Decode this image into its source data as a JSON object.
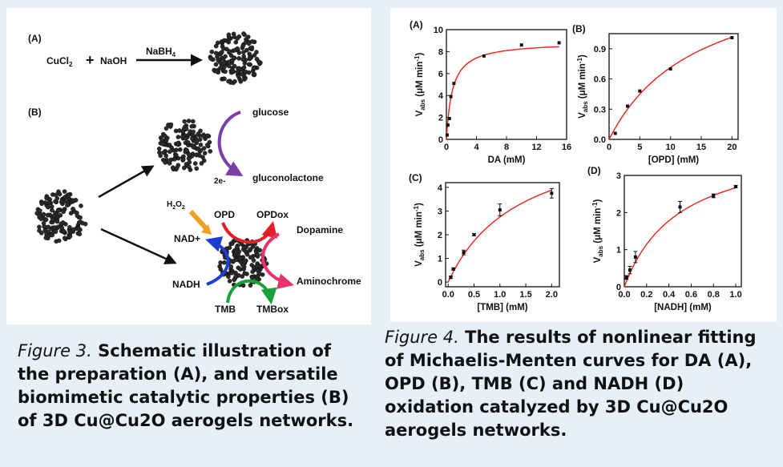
{
  "scheme": {
    "label_a": "(A)",
    "label_b": "(B)",
    "reagent_cu": "CuCl",
    "reagent_cu_sub": "2",
    "plus": "+",
    "reagent_naoh": "NaOH",
    "reductant": "NaBH",
    "reductant_sub": "4",
    "glucose": "glucose",
    "gluconolactone": "gluconolactone",
    "electrons": "2e-",
    "h2o2": "H",
    "h2o2_sub1": "2",
    "h2o2_mid": "O",
    "h2o2_sub2": "2",
    "opd": "OPD",
    "opdox": "OPDox",
    "dopamine": "Dopamine",
    "aminochrome": "Aminochrome",
    "nad_plus": "NAD+",
    "nadh": "NADH",
    "tmb": "TMB",
    "tmbox": "TMBox"
  },
  "captions": {
    "fig3_label": "Figure 3.",
    "fig3_text": "Schematic illustration of the preparation (A), and versatile biomimetic catalytic properties (B) of 3D Cu@Cu2O aerogels networks.",
    "fig4_label": "Figure 4.",
    "fig4_text": "The results of nonlinear fitting of Michaelis-Menten curves for DA (A), OPD (B), TMB (C) and NADH (D) oxidation catalyzed by 3D Cu@Cu2O aerogels networks."
  },
  "colors": {
    "fit_line": "#e8221b",
    "purple": "#7b3fa6",
    "red": "#e61e25",
    "magenta": "#e5336b",
    "blue": "#1d3fd1",
    "green": "#18a23a",
    "orange": "#f0a020",
    "background": "#e7f0f9"
  },
  "chart_data": [
    {
      "panel": "(A)",
      "type": "scatter",
      "xlabel": "DA (mM)",
      "ylabel": "V",
      "ylabel_sub": "abs",
      "ylabel_unit": "(μM min",
      "ylabel_sup": "-1",
      "ylabel_end": ")",
      "xlim": [
        0,
        16
      ],
      "ylim": [
        0,
        10
      ],
      "xticks": [
        "0",
        "4",
        "8",
        "12",
        "16"
      ],
      "yticks": [
        "0",
        "2",
        "4",
        "6",
        "8",
        "10"
      ],
      "x": [
        0.1,
        0.2,
        0.4,
        0.6,
        1,
        5,
        10,
        15
      ],
      "y": [
        0.4,
        1.3,
        1.9,
        3.9,
        5.1,
        7.6,
        8.6,
        8.8
      ],
      "fit": {
        "vmax": 8.9,
        "km": 0.8
      }
    },
    {
      "panel": "(B)",
      "type": "scatter",
      "xlabel": "[OPD] (mM)",
      "ylabel": "V",
      "ylabel_sub": "abs",
      "ylabel_unit": "(μM min",
      "ylabel_sup": "-1",
      "ylabel_end": ")",
      "xlim": [
        0,
        21
      ],
      "ylim": [
        0,
        1.05
      ],
      "xticks": [
        "0",
        "5",
        "10",
        "15",
        "20"
      ],
      "yticks": [
        "0.0",
        "0.3",
        "0.6",
        "0.9"
      ],
      "x": [
        1,
        3,
        5,
        10,
        20
      ],
      "y": [
        0.06,
        0.33,
        0.48,
        0.7,
        1.01
      ],
      "fit": {
        "vmax": 1.75,
        "km": 14.5
      }
    },
    {
      "panel": "(C)",
      "type": "scatter",
      "xlabel": "[TMB] (mM)",
      "ylabel": "V",
      "ylabel_sub": "abs",
      "ylabel_unit": "(μM min",
      "ylabel_sup": "-1",
      "ylabel_end": ")",
      "xlim": [
        -0.05,
        2.15
      ],
      "ylim": [
        -0.2,
        4.2
      ],
      "xticks": [
        "0.0",
        "0.5",
        "1.0",
        "1.5",
        "2.0"
      ],
      "yticks": [
        "0",
        "1",
        "2",
        "3",
        "4"
      ],
      "x": [
        0.05,
        0.1,
        0.3,
        0.5,
        1.0,
        2.0
      ],
      "y": [
        0.2,
        0.55,
        1.25,
        2.0,
        3.05,
        3.75
      ],
      "err": [
        0.05,
        0.05,
        0.1,
        0.05,
        0.25,
        0.2
      ],
      "fit": {
        "vmax": 6.6,
        "km": 1.4
      }
    },
    {
      "panel": "(D)",
      "type": "scatter",
      "xlabel": "[NADH] (mM)",
      "ylabel": "V",
      "ylabel_sub": "abs",
      "ylabel_unit": "(μM min",
      "ylabel_sup": "-1",
      "ylabel_end": ")",
      "xlim": [
        0,
        1.05
      ],
      "ylim": [
        0,
        3
      ],
      "xticks": [
        "0.0",
        "0.2",
        "0.4",
        "0.6",
        "0.8",
        "1.0"
      ],
      "yticks": [
        "0",
        "1",
        "2",
        "3"
      ],
      "x": [
        0.02,
        0.05,
        0.1,
        0.5,
        0.8,
        1.0
      ],
      "y": [
        0.25,
        0.45,
        0.8,
        2.15,
        2.45,
        2.7
      ],
      "err": [
        0.05,
        0.1,
        0.15,
        0.15,
        0.05,
        0.03
      ],
      "fit": {
        "vmax": 4.0,
        "km": 0.5
      }
    }
  ]
}
